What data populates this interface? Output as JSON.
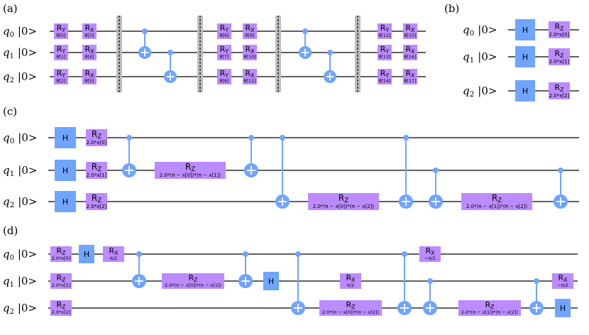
{
  "colors": {
    "wire": "#000000",
    "rotation_gate": "#bb8bff",
    "hadamard_gate": "#6fa4ff",
    "control": "#6fa4ff",
    "barrier": "#bdbdbd"
  },
  "panels": {
    "a": {
      "label": "(a)",
      "qubits": [
        {
          "name": "q",
          "sub": "0",
          "ket": "|0>"
        },
        {
          "name": "q",
          "sub": "1",
          "ket": "|0>"
        },
        {
          "name": "q",
          "sub": "2",
          "ket": "|0>"
        }
      ],
      "gates": [
        {
          "t": "R",
          "g": "Y",
          "p": "θ[0]",
          "q": 0,
          "col": 0
        },
        {
          "t": "R",
          "g": "Y",
          "p": "θ[1]",
          "q": 1,
          "col": 0
        },
        {
          "t": "R",
          "g": "Y",
          "p": "θ[2]",
          "q": 2,
          "col": 0
        },
        {
          "t": "R",
          "g": "X",
          "p": "θ[3]",
          "q": 0,
          "col": 1
        },
        {
          "t": "R",
          "g": "X",
          "p": "θ[4]",
          "q": 1,
          "col": 1
        },
        {
          "t": "R",
          "g": "X",
          "p": "θ[5]",
          "q": 2,
          "col": 1
        },
        {
          "t": "BAR",
          "col": 2
        },
        {
          "t": "CX",
          "c": 0,
          "tq": 1,
          "col": 3
        },
        {
          "t": "CX",
          "c": 1,
          "tq": 2,
          "col": 4
        },
        {
          "t": "BAR",
          "col": 5
        },
        {
          "t": "R",
          "g": "Y",
          "p": "θ[6]",
          "q": 0,
          "col": 6
        },
        {
          "t": "R",
          "g": "Y",
          "p": "θ[7]",
          "q": 1,
          "col": 6
        },
        {
          "t": "R",
          "g": "Y",
          "p": "θ[8]",
          "q": 2,
          "col": 6
        },
        {
          "t": "R",
          "g": "X",
          "p": "θ[9]",
          "q": 0,
          "col": 7
        },
        {
          "t": "R",
          "g": "X",
          "p": "θ[10]",
          "q": 1,
          "col": 7
        },
        {
          "t": "R",
          "g": "X",
          "p": "θ[11]",
          "q": 2,
          "col": 7
        },
        {
          "t": "BAR",
          "col": 8
        },
        {
          "t": "CX",
          "c": 0,
          "tq": 1,
          "col": 9
        },
        {
          "t": "CX",
          "c": 1,
          "tq": 2,
          "col": 10
        },
        {
          "t": "BAR",
          "col": 11
        },
        {
          "t": "R",
          "g": "Y",
          "p": "θ[12]",
          "q": 0,
          "col": 12
        },
        {
          "t": "R",
          "g": "Y",
          "p": "θ[13]",
          "q": 1,
          "col": 12
        },
        {
          "t": "R",
          "g": "Y",
          "p": "θ[14]",
          "q": 2,
          "col": 12
        },
        {
          "t": "R",
          "g": "X",
          "p": "θ[15]",
          "q": 0,
          "col": 13
        },
        {
          "t": "R",
          "g": "X",
          "p": "θ[16]",
          "q": 1,
          "col": 13
        },
        {
          "t": "R",
          "g": "X",
          "p": "θ[17]",
          "q": 2,
          "col": 13
        }
      ]
    },
    "b": {
      "label": "(b)",
      "qubits": [
        {
          "name": "q",
          "sub": "0",
          "ket": "|0>"
        },
        {
          "name": "q",
          "sub": "1",
          "ket": "|0>"
        },
        {
          "name": "q",
          "sub": "2",
          "ket": "|0>"
        }
      ],
      "gates": [
        {
          "t": "H",
          "q": 0,
          "col": 0
        },
        {
          "t": "H",
          "q": 1,
          "col": 0
        },
        {
          "t": "H",
          "q": 2,
          "col": 0
        },
        {
          "t": "R",
          "g": "Z",
          "p": "2.0*x[0]",
          "q": 0,
          "col": 1
        },
        {
          "t": "R",
          "g": "Z",
          "p": "2.0*x[1]",
          "q": 1,
          "col": 1
        },
        {
          "t": "R",
          "g": "Z",
          "p": "2.0*x[2]",
          "q": 2,
          "col": 1
        }
      ]
    },
    "c": {
      "label": "(c)",
      "qubits": [
        {
          "name": "q",
          "sub": "0",
          "ket": "|0>"
        },
        {
          "name": "q",
          "sub": "1",
          "ket": "|0>"
        },
        {
          "name": "q",
          "sub": "2",
          "ket": "|0>"
        }
      ],
      "gates": [
        {
          "t": "H",
          "q": 0,
          "col": 0
        },
        {
          "t": "H",
          "q": 1,
          "col": 0
        },
        {
          "t": "H",
          "q": 2,
          "col": 0
        },
        {
          "t": "R",
          "g": "Z",
          "p": "2.0*x[0]",
          "q": 0,
          "col": 1
        },
        {
          "t": "R",
          "g": "Z",
          "p": "2.0*x[1]",
          "q": 1,
          "col": 1
        },
        {
          "t": "R",
          "g": "Z",
          "p": "2.0*x[2]",
          "q": 2,
          "col": 1
        },
        {
          "t": "CX",
          "c": 0,
          "tq": 1,
          "col": 2
        },
        {
          "t": "R",
          "g": "Z",
          "p": "2.0*(π − x[0])*(π − x[1])",
          "q": 1,
          "col": 3
        },
        {
          "t": "CX",
          "c": 0,
          "tq": 1,
          "col": 4
        },
        {
          "t": "CX",
          "c": 0,
          "tq": 2,
          "col": 5
        },
        {
          "t": "R",
          "g": "Z",
          "p": "2.0*(π − x[0])*(π − x[2])",
          "q": 2,
          "col": 6
        },
        {
          "t": "CX",
          "c": 0,
          "tq": 2,
          "col": 7
        },
        {
          "t": "CX",
          "c": 1,
          "tq": 2,
          "col": 8
        },
        {
          "t": "R",
          "g": "Z",
          "p": "2.0*(π − x[1])*(π − x[2])",
          "q": 2,
          "col": 9
        },
        {
          "t": "CX",
          "c": 1,
          "tq": 2,
          "col": 10
        }
      ]
    },
    "d": {
      "label": "(d)",
      "qubits": [
        {
          "name": "q",
          "sub": "0",
          "ket": "|0>"
        },
        {
          "name": "q",
          "sub": "1",
          "ket": "|0>"
        },
        {
          "name": "q",
          "sub": "2",
          "ket": "|0>"
        }
      ],
      "gates": [
        {
          "t": "R",
          "g": "Z",
          "p": "2.0*x[0]",
          "q": 0,
          "col": 0
        },
        {
          "t": "R",
          "g": "Z",
          "p": "2.0*x[1]",
          "q": 1,
          "col": 0
        },
        {
          "t": "R",
          "g": "Z",
          "p": "2.0*x[2]",
          "q": 2,
          "col": 0
        },
        {
          "t": "H",
          "q": 0,
          "col": 1
        },
        {
          "t": "R",
          "g": "X",
          "p": "π/2",
          "q": 0,
          "col": 2
        },
        {
          "t": "CX",
          "c": 0,
          "tq": 1,
          "col": 3
        },
        {
          "t": "R",
          "g": "Z",
          "p": "2.0*(π − x[0])*(π − x[1])",
          "q": 1,
          "col": 4
        },
        {
          "t": "CX",
          "c": 0,
          "tq": 1,
          "col": 5
        },
        {
          "t": "H",
          "q": 1,
          "col": 6
        },
        {
          "t": "CX",
          "c": 0,
          "tq": 2,
          "col": 7
        },
        {
          "t": "R",
          "g": "X",
          "p": "π/2",
          "q": 1,
          "col": 8
        },
        {
          "t": "R",
          "g": "Z",
          "p": "2.0*(π − x[0])*(π − x[2])",
          "q": 2,
          "col": 8
        },
        {
          "t": "CX",
          "c": 0,
          "tq": 2,
          "col": 9
        },
        {
          "t": "CX",
          "c": 1,
          "tq": 2,
          "col": 10
        },
        {
          "t": "R",
          "g": "X",
          "p": "−π/2",
          "q": 0,
          "col": 10
        },
        {
          "t": "R",
          "g": "Z",
          "p": "2.0*(π − x[1])*(π − x[2])",
          "q": 2,
          "col": 11
        },
        {
          "t": "CX",
          "c": 1,
          "tq": 2,
          "col": 12
        },
        {
          "t": "R",
          "g": "X",
          "p": "−π/2",
          "q": 1,
          "col": 13
        },
        {
          "t": "H",
          "q": 2,
          "col": 13
        }
      ]
    }
  }
}
